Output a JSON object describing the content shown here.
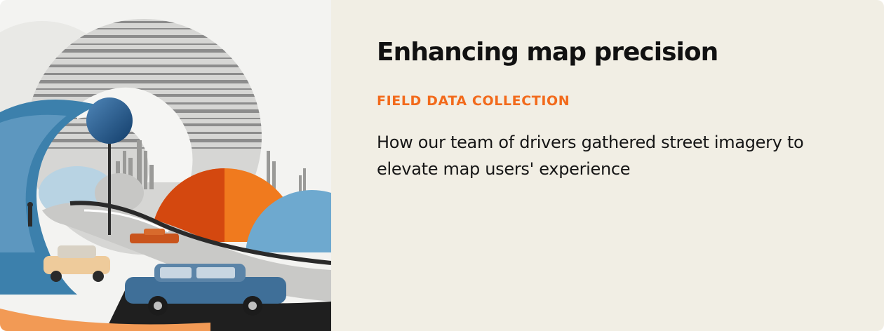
{
  "card": {
    "title": "Enhancing map precision",
    "eyebrow": "FIELD DATA COLLECTION",
    "description": "How our team of drivers gathered street imagery to elevate map users' experience",
    "image_alt": "Collage illustration of vintage cars on a winding road with a blue globe on a pole, orange and blue semicircles, and a striped gray sphere",
    "colors": {
      "background": "#f1eee4",
      "accent": "#f26a1b",
      "title": "#111111",
      "body": "#161616"
    }
  }
}
